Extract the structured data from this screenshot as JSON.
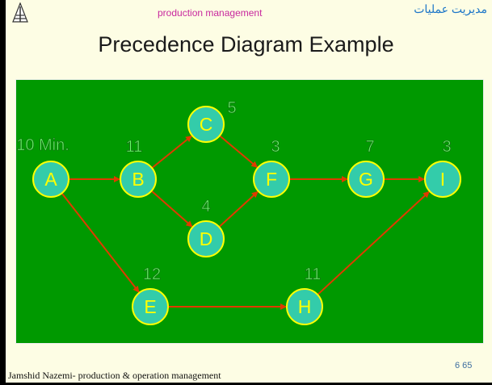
{
  "header": {
    "topic": "production management",
    "arabic_title": "مدیریت عملیات",
    "title": "Precedence Diagram Example"
  },
  "footer": {
    "author_line": "Jamshid Nazemi- production & operation management",
    "page_number": "6 65"
  },
  "colors": {
    "background": "#fdfde4",
    "panel": "#009900",
    "node_fill": "#33ccaa",
    "node_stroke": "#ffff00",
    "label_text": "#ffff00",
    "time_text": "#66ff66",
    "arrow": "#e03a00"
  },
  "diagram": {
    "nodes": [
      {
        "id": "A",
        "label": "A",
        "time": "10 Min."
      },
      {
        "id": "B",
        "label": "B",
        "time": "11"
      },
      {
        "id": "C",
        "label": "C",
        "time": "5"
      },
      {
        "id": "D",
        "label": "D",
        "time": "4"
      },
      {
        "id": "E",
        "label": "E",
        "time": "12"
      },
      {
        "id": "F",
        "label": "F",
        "time": "3"
      },
      {
        "id": "G",
        "label": "G",
        "time": "7"
      },
      {
        "id": "H",
        "label": "H",
        "time": "11"
      },
      {
        "id": "I",
        "label": "I",
        "time": "3"
      }
    ],
    "edges": [
      {
        "from": "A",
        "to": "B"
      },
      {
        "from": "A",
        "to": "E"
      },
      {
        "from": "B",
        "to": "C"
      },
      {
        "from": "B",
        "to": "D"
      },
      {
        "from": "C",
        "to": "F"
      },
      {
        "from": "D",
        "to": "F"
      },
      {
        "from": "F",
        "to": "G"
      },
      {
        "from": "G",
        "to": "I"
      },
      {
        "from": "E",
        "to": "H"
      },
      {
        "from": "H",
        "to": "I"
      }
    ]
  }
}
